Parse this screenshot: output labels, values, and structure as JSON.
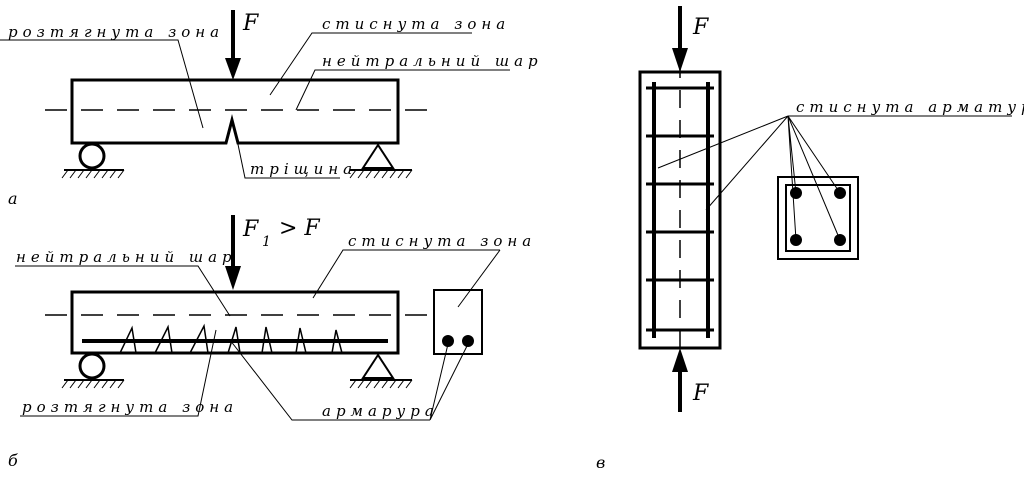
{
  "labels": {
    "tension_zone": "розтягнута зона",
    "compression_zone": "стиснута зона",
    "neutral_layer": "нейтральний шар",
    "crack": "тріщина",
    "reinforcement": "армарура",
    "compressed_reinforcement": "стиснута арматура"
  },
  "forces": {
    "f": "F",
    "f1_main": "F",
    "f1_sub": "1",
    "f1_rel": "> F"
  },
  "panels": {
    "a": "а",
    "b": "б",
    "c": "в"
  }
}
